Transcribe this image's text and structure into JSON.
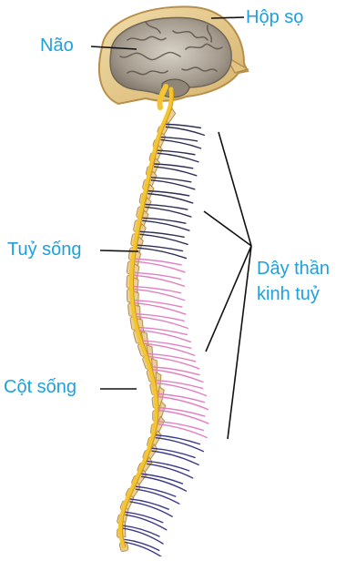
{
  "labels": {
    "skull": "Hộp sọ",
    "brain": "Não",
    "spinal_cord": "Tuỷ sống",
    "spine": "Cột sống",
    "spinal_nerves_line1": "Dây thần",
    "spinal_nerves_line2": "kinh tuỷ"
  },
  "colors": {
    "label_text": "#1ea0dd",
    "bone": "#e8cf9c",
    "bone_outline": "#b88f4a",
    "spinal_cord": "#f2c531",
    "brain": "#a39a8d",
    "nerve_upper": "#2f2f52",
    "nerve_middle": "#e27fc1",
    "nerve_lower": "#3c3a8a",
    "leader_line": "#111111"
  }
}
